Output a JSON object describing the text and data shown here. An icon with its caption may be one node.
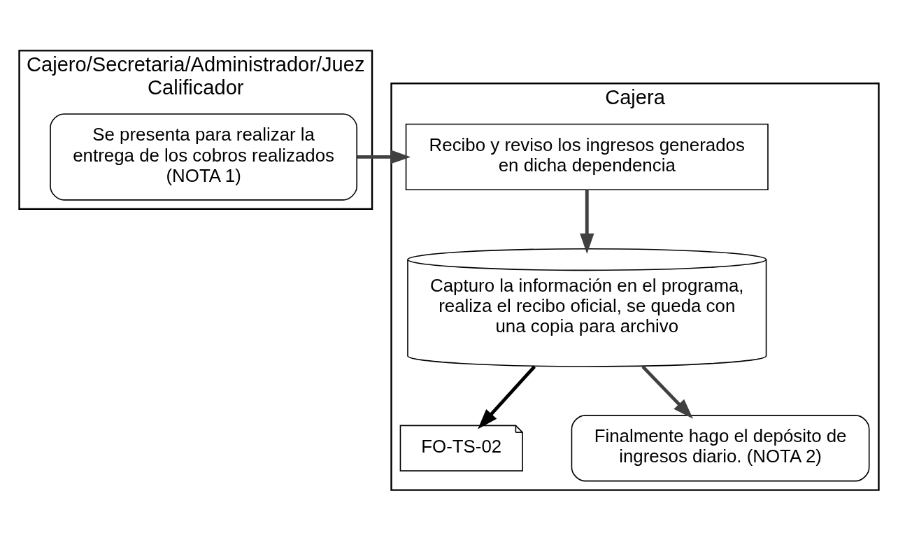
{
  "diagram": {
    "nodes": [
      {
        "text": [
          "Cajero/Secretaria/Administrador/Juez Calificador"
        ]
      },
      {
        "text": [
          "Cajera"
        ]
      },
      {
        "text": [
          "Se presenta para realizar la entrega de los cobros realizados (NOTA 1)"
        ],
        "in": 0
      },
      {
        "text": [
          "Recibo y reviso los ingresos generados en dicha dependencia"
        ],
        "in": 1
      },
      {
        "text": [
          "Capturo la información en el programa, realiza el recibo oficial, se queda con una copia para archivo"
        ],
        "in": 1
      },
      {
        "text": [
          "FO-TS-02"
        ],
        "in": 1
      },
      {
        "text": [
          "Finalmente hago el depósito de ingresos diario. (NOTA 2)"
        ],
        "in": 1
      }
    ],
    "edges": [
      {
        "from": 2,
        "to": 3,
        "arrow": "to"
      },
      {
        "from": 3,
        "to": 4,
        "arrow": "to"
      },
      {
        "from": 4,
        "to": 6,
        "arrow": "to"
      },
      {
        "from": 4,
        "to": 5,
        "arrow": "to",
        "color": "#000000"
      }
    ]
  }
}
